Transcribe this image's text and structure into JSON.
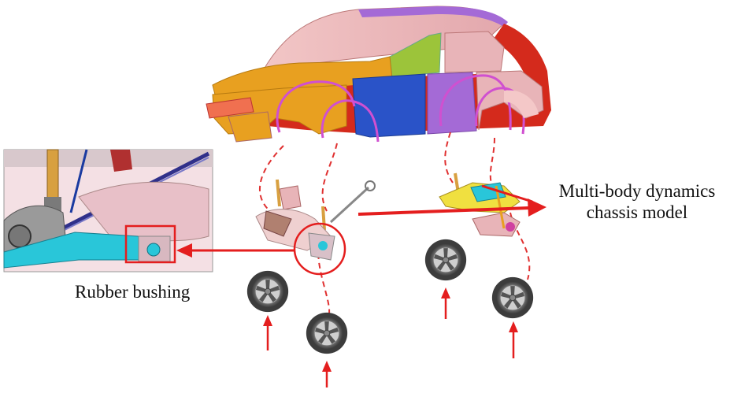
{
  "labels": {
    "chassis_line1": "Multi-body dynamics",
    "chassis_line2": "chassis model",
    "bushing": "Rubber bushing"
  },
  "colors": {
    "arrow": "#e41e1e",
    "dashed_link": "#e03030",
    "body_red": "#d42a1c",
    "body_blue": "#2a53c8",
    "body_orange": "#e8a020",
    "body_purple": "#a46ad6",
    "body_pink": "#e8b4b8",
    "body_green": "#9cc43a",
    "bushing_cyan": "#29c6d9",
    "tire": "#555555"
  }
}
